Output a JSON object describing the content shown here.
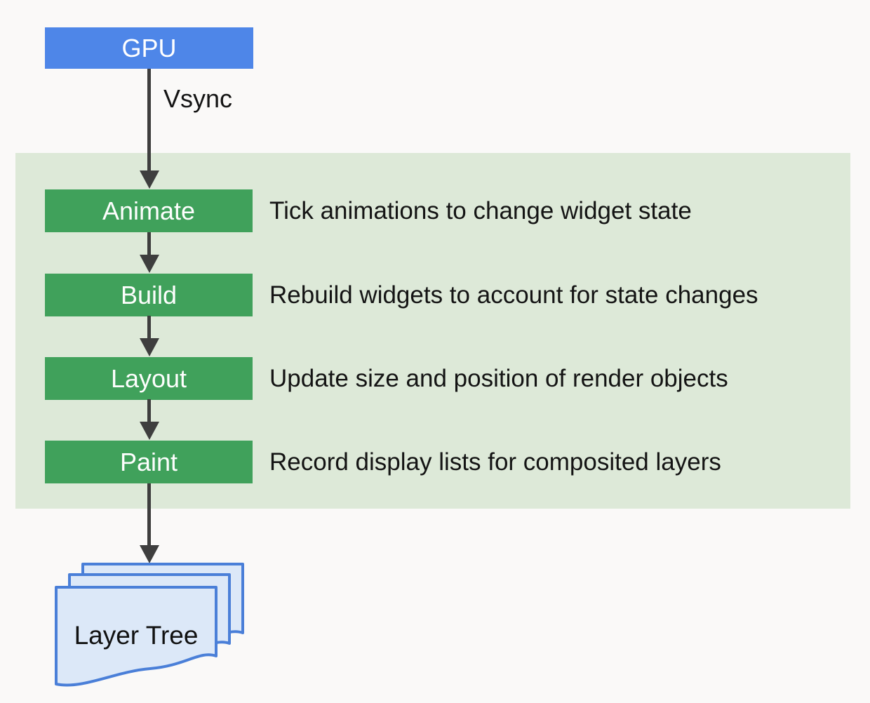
{
  "diagram": {
    "gpu_label": "GPU",
    "vsync_label": "Vsync",
    "stages": [
      {
        "label": "Animate",
        "description": "Tick animations to change widget state"
      },
      {
        "label": "Build",
        "description": "Rebuild widgets to account for state changes"
      },
      {
        "label": "Layout",
        "description": "Update size and position of render objects"
      },
      {
        "label": "Paint",
        "description": "Record display lists for composited layers"
      }
    ],
    "output_label": "Layer Tree",
    "colors": {
      "gpu_box": "#4e86e8",
      "stage_box": "#40a15b",
      "phase_panel": "#dde9d8",
      "arrow": "#3e3e3e",
      "document_fill": "#dce8f8",
      "document_border": "#4a7fd8",
      "background": "#faf9f8",
      "box_text": "#ffffff",
      "body_text": "#141414"
    }
  }
}
